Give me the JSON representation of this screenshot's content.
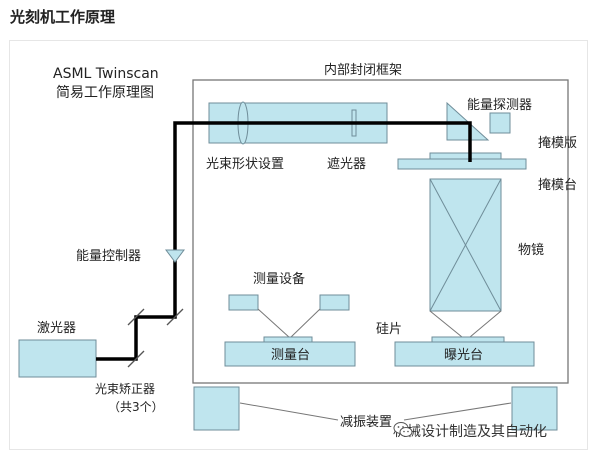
{
  "page_title": "光刻机工作原理",
  "diagram": {
    "brand_line1": "ASML Twinscan",
    "brand_line2": "简易工作原理图",
    "enclosure_label": "内部封闭框架",
    "beam_shaper_label": "光束形状设置",
    "shutter_label": "遮光器",
    "energy_detector_label": "能量探测器",
    "reticle_label": "掩模版",
    "reticle_stage_label": "掩模台",
    "energy_controller_label": "能量控制器",
    "measurement_device_label": "测量设备",
    "lens_label": "物镜",
    "wafer_label": "硅片",
    "laser_label": "激光器",
    "measure_stage_label": "测量台",
    "exposure_stage_label": "曝光台",
    "beam_corrector_label": "光束矫正器",
    "beam_corrector_count": "（共3个）",
    "damping_label": "减振装置"
  },
  "watermark": {
    "text": "机械设计制造及其自动化",
    "icon": "wechat-icon"
  },
  "colors": {
    "component_fill": "#bfe5ee",
    "component_stroke": "#6f8d99",
    "beam": "#000000"
  }
}
